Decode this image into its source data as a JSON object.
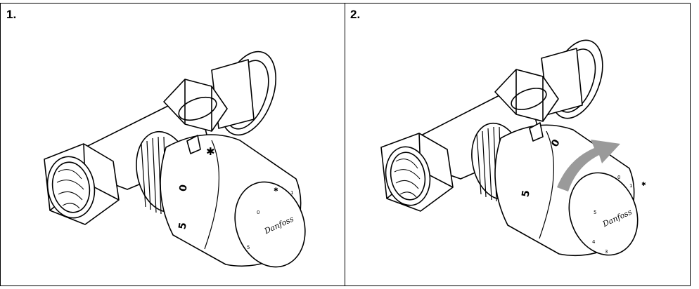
{
  "steps": [
    {
      "label": "1.",
      "dial_marks": [
        "✱",
        "0",
        "5"
      ],
      "cap_marks": [
        "✱",
        "0",
        "1",
        "5"
      ],
      "logo_text": "Danfoss",
      "arrow": false
    },
    {
      "label": "2.",
      "dial_marks": [
        "0",
        "5"
      ],
      "cap_marks": [
        "✱",
        "1",
        "0",
        "5",
        "4",
        "3"
      ],
      "logo_text": "Danfoss",
      "arrow": true
    }
  ],
  "colors": {
    "line": "#000000",
    "fill": "#ffffff",
    "arrow": "#9a9a9a"
  }
}
